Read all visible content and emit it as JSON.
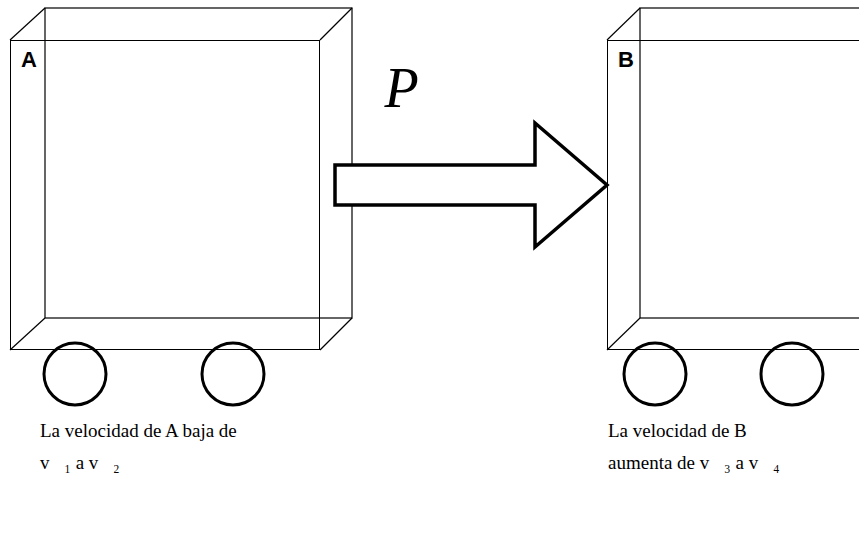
{
  "diagram": {
    "nodes": [
      {
        "text": [
          "A"
        ]
      },
      {
        "text": [
          "B"
        ]
      }
    ],
    "edges": [
      {
        "from": 0,
        "to": 1,
        "arrow": "to",
        "label": "P⃗"
      }
    ],
    "labels": [
      "La velocidad de A baja de v⃗₁ a v⃗₂",
      "La velocidad de B aumenta de v⃗₃ a v⃗₄"
    ]
  }
}
